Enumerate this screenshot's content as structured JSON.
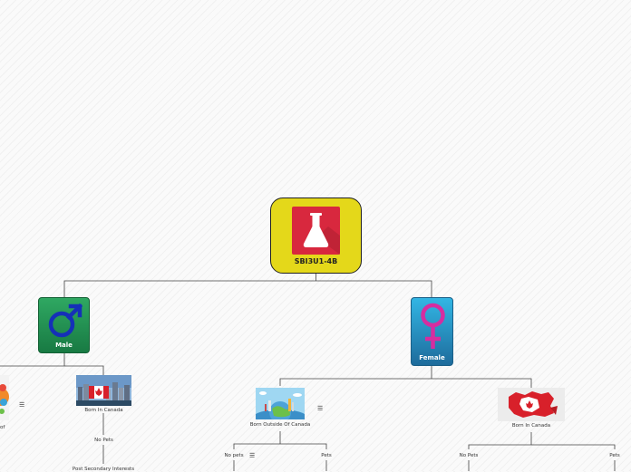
{
  "root": {
    "title": "SBI3U1-4B",
    "icon": "flask-icon",
    "color": "#e4d81a"
  },
  "male": {
    "label": "Male",
    "icon": "male-symbol-icon",
    "color": "#2a9d5c",
    "left_partial_label": "of",
    "born_in_canada": {
      "label": "Born In Canada",
      "no_pets": "No Pets",
      "post_secondary": "Post Secondary Interests"
    }
  },
  "female": {
    "label": "Female",
    "icon": "female-symbol-icon",
    "color": "#2aa0d4",
    "born_outside": {
      "label": "Born Outside Of Canada",
      "no_pets": "No pets",
      "pets": "Pets"
    },
    "born_in_canada": {
      "label": "Born In Canada",
      "no_pets": "No Pets",
      "pets": "Pets"
    }
  },
  "note_icon": "☰"
}
